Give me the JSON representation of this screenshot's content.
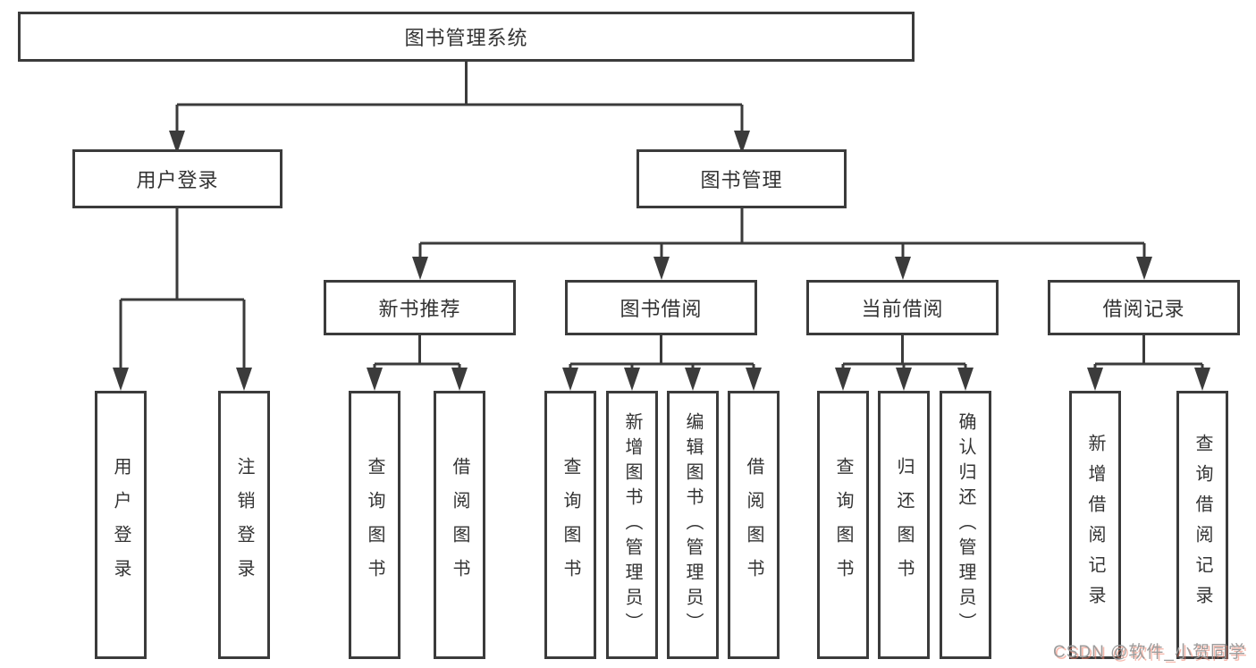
{
  "colors": {
    "line": "#3b3b3b",
    "box_border": "#3b3b3b",
    "box_fill": "#ffffff",
    "text": "#333333",
    "watermark_gray": "#9c9c9c",
    "watermark_red_shadow": "#ee826c"
  },
  "diagram": {
    "nodes": {
      "root": {
        "label": "图书管理系统"
      },
      "user_login": {
        "label": "用户登录"
      },
      "book_mgmt": {
        "label": "图书管理"
      },
      "new_book": {
        "label": "新书推荐"
      },
      "book_borrow": {
        "label": "图书借阅"
      },
      "current_borrow": {
        "label": "当前借阅"
      },
      "borrow_record": {
        "label": "借阅记录"
      }
    },
    "leaves": {
      "user_login": [
        {
          "label": "用户登录"
        },
        {
          "label": "注销登录"
        }
      ],
      "new_book": [
        {
          "label": "查询图书"
        },
        {
          "label": "借阅图书"
        }
      ],
      "book_borrow": [
        {
          "label": "查询图书"
        },
        {
          "label": "新增图书（管理员）"
        },
        {
          "label": "编辑图书（管理员）"
        },
        {
          "label": "借阅图书"
        }
      ],
      "current_borrow": [
        {
          "label": "查询图书"
        },
        {
          "label": "归还图书"
        },
        {
          "label": "确认归还（管理员）"
        }
      ],
      "borrow_record": [
        {
          "label": "新增借阅记录"
        },
        {
          "label": "查询借阅记录"
        }
      ]
    }
  },
  "watermark": {
    "text": "CSDN @软件_小贺同学"
  }
}
